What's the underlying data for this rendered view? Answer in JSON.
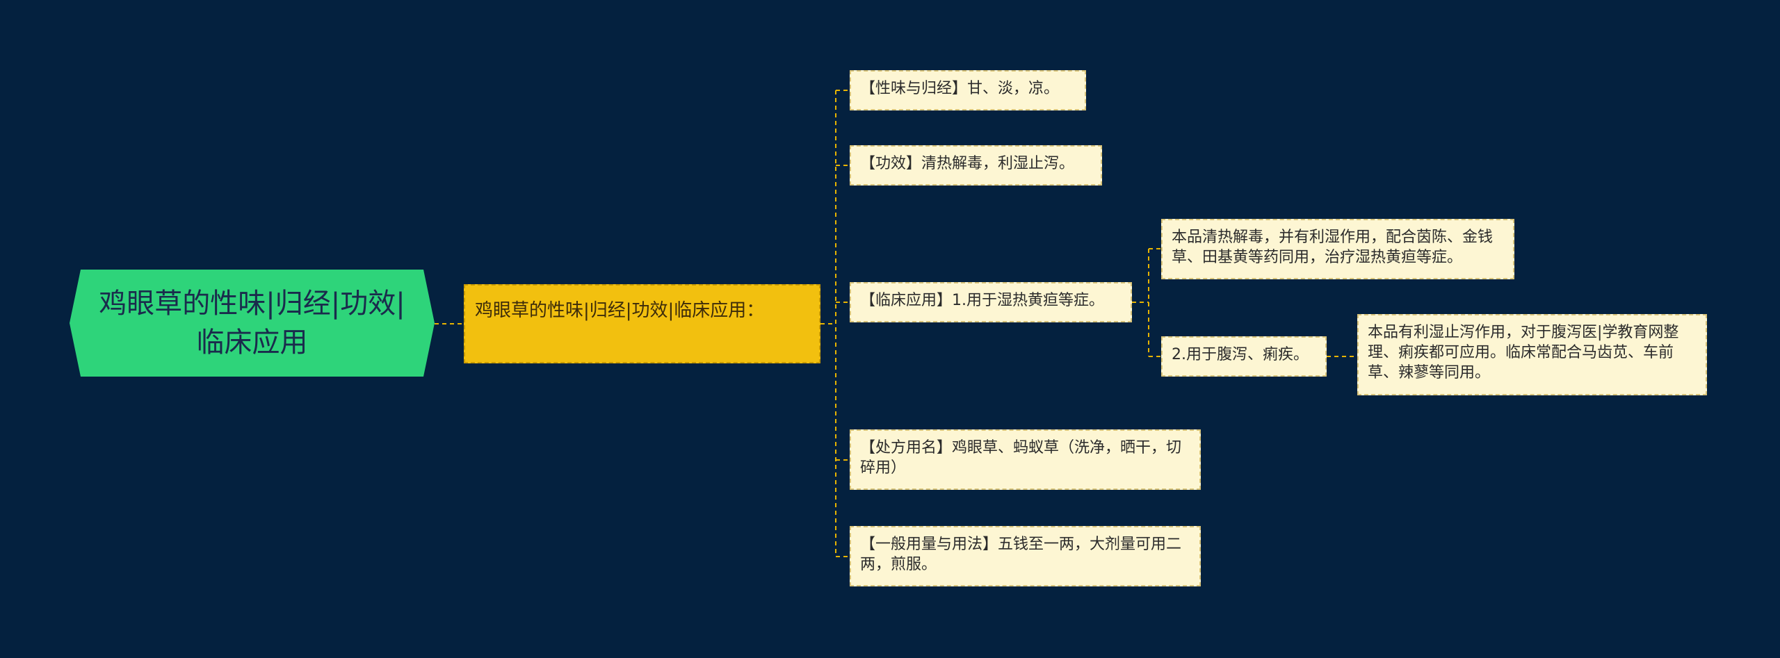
{
  "colors": {
    "background": "#04213f",
    "root_fill": "#2ed47a",
    "sub_fill": "#f2c00f",
    "leaf_fill": "#fdf6d3",
    "connector": "#e8b400"
  },
  "root": {
    "label": "鸡眼草的性味|归经|功效|临床应用"
  },
  "sub": {
    "label": "鸡眼草的性味|归经|功效|临床应用："
  },
  "leaves": {
    "nature": "【性味与归经】甘、淡，凉。",
    "efficacy": "【功效】清热解毒，利湿止泻。",
    "clinical": "【临床应用】1.用于湿热黄疸等症。",
    "clinical_detail_1": "本品清热解毒，并有利湿作用，配合茵陈、金钱草、田基黄等药同用，治疗湿热黄疸等症。",
    "clinical_item_2": "2.用于腹泻、痢疾。",
    "clinical_detail_2": "本品有利湿止泻作用，对于腹泻医|学教育网整理、痢疾都可应用。临床常配合马齿苋、车前草、辣蓼等同用。",
    "prescription": "【处方用名】鸡眼草、蚂蚁草（洗净，晒干，切碎用）",
    "dosage": "【一般用量与用法】五钱至一两，大剂量可用二两，煎服。"
  }
}
